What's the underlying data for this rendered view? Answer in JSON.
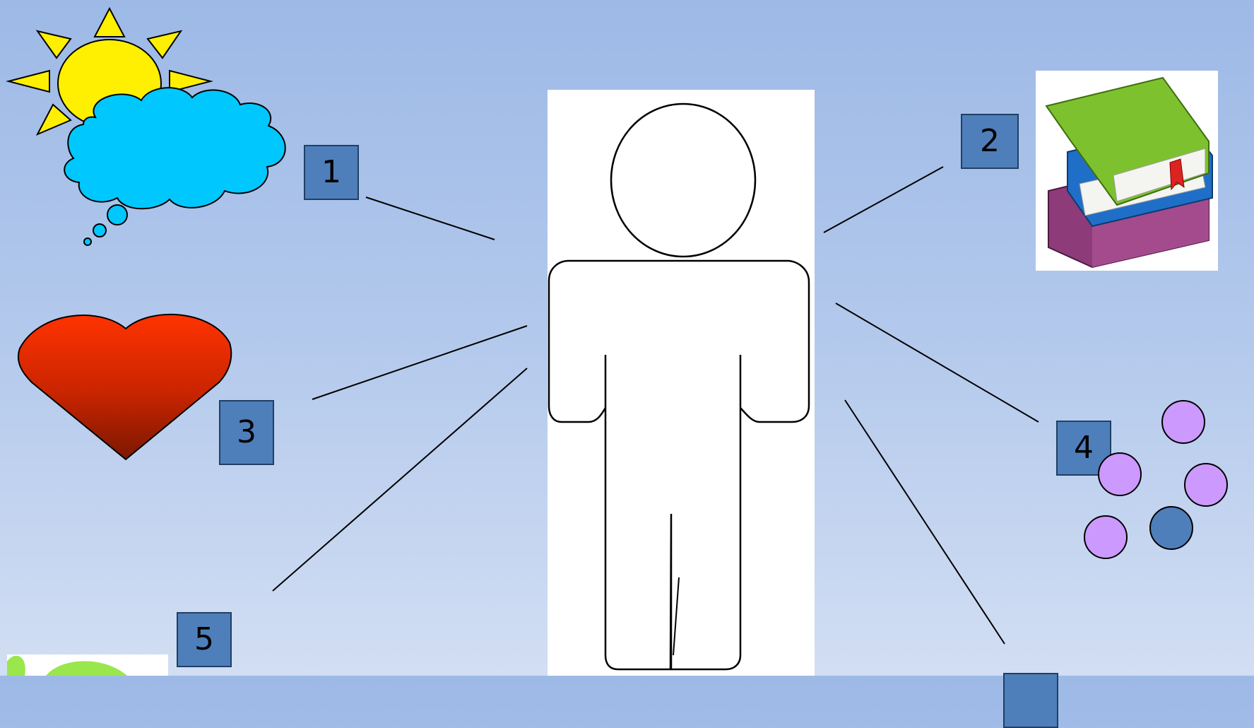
{
  "labels": {
    "n1": "1",
    "n2": "2",
    "n3": "3",
    "n4": "4",
    "n5": "5"
  },
  "colors": {
    "background_top": "#9db9e6",
    "background_bottom": "#d2def3",
    "label_box": "#4f7fba",
    "sun": "#ffef00",
    "cloud": "#00c8ff",
    "heart_top": "#ff3300",
    "heart_bottom": "#7a1800",
    "circle_purple": "#cc99ff",
    "circle_blue": "#4f7fba",
    "leaf_green": "#99e64d"
  },
  "icons": [
    "sun-cloud-icon",
    "books-icon",
    "heart-icon",
    "circles-icon",
    "leaf-icon",
    "person-outline-icon"
  ]
}
